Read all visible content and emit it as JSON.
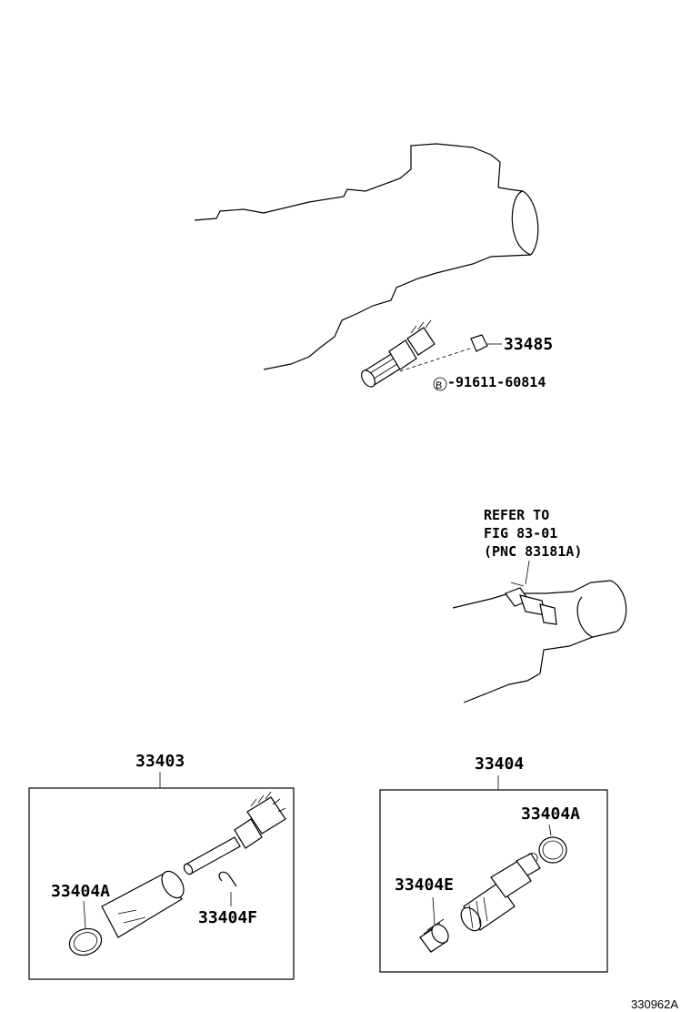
{
  "callouts": {
    "p33485": "33485",
    "bolt_symbol": "B",
    "p91611": "-91611-60814",
    "refer_line1": "REFER TO",
    "refer_line2": "FIG 83-01",
    "refer_line3": "(PNC 83181A)",
    "kit_left_title": "33403",
    "kit_left_ring": "33404A",
    "kit_left_clip": "33404F",
    "kit_right_title": "33404",
    "kit_right_ring": "33404A",
    "kit_right_seal": "33404E"
  },
  "figure_id": "330962A"
}
